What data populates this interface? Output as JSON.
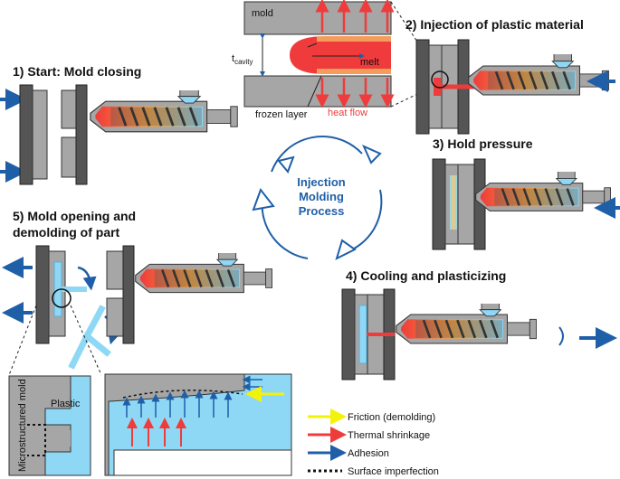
{
  "steps": {
    "start": "1) Start: Mold closing",
    "injection": "2) Injection of plastic material",
    "hold": "3) Hold pressure",
    "cooling": "4) Cooling and plasticizing",
    "opening_line1": "5) Mold opening and",
    "opening_line2": "demolding of part"
  },
  "cycle": {
    "line1": "Injection",
    "line2": "Molding",
    "line3": "Process"
  },
  "detail": {
    "mold": "mold",
    "t_cavity_base": "t",
    "t_cavity_sub": "cavity",
    "melt": "melt",
    "frozen_layer": "frozen layer",
    "heat_flow": "heat flow"
  },
  "micro": {
    "plastic": "Plastic",
    "microstructured_mold": "Microstructured mold"
  },
  "legend": {
    "items": [
      {
        "label": "Friction (demolding)",
        "color": "#f2f20a"
      },
      {
        "label": "Thermal shrinkage",
        "color": "#ef3b3b"
      },
      {
        "label": "Adhesion",
        "color": "#1f5fa8"
      },
      {
        "label": "Surface imperfection",
        "color": "#111111"
      }
    ]
  },
  "colors": {
    "mold": "#a6a6a6",
    "mold_dark": "#555555",
    "plastic": "#8fd8f5",
    "melt": "#ef3b3b",
    "arrow_blue": "#1f5fa8"
  }
}
